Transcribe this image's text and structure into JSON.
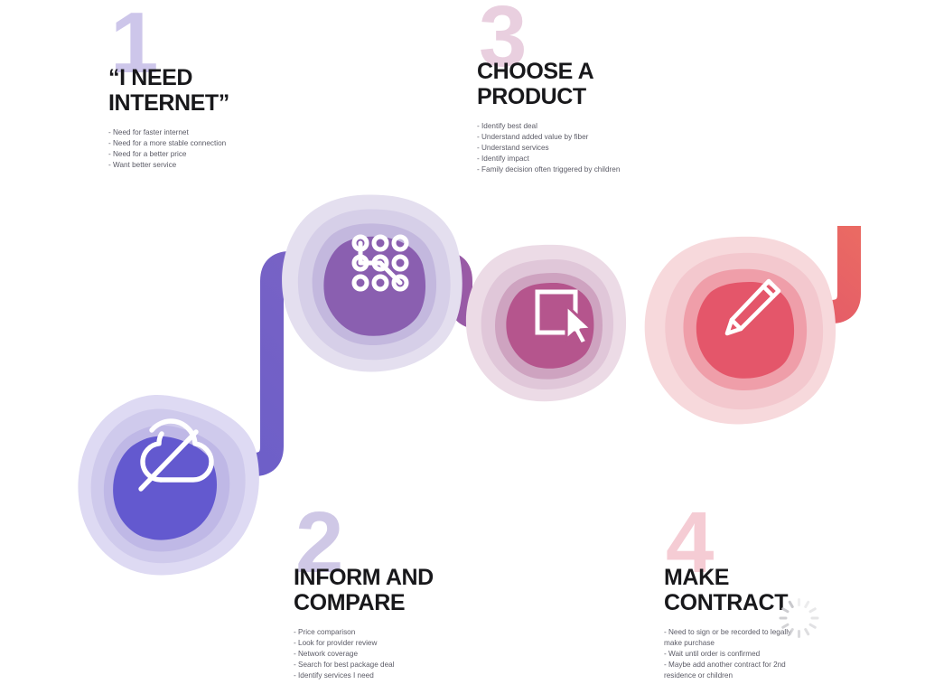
{
  "page": {
    "title": "Customer Journey - Internet Purchase",
    "background_color": "#ffffff"
  },
  "steps": [
    {
      "number": "1",
      "number_color": "#cdc6ea",
      "title": "“I NEED\nINTERNET”",
      "bullets": [
        "Need for faster internet",
        "Need for a more stable connection",
        "Need for a better price",
        "Want better service"
      ],
      "icon": "cloud-off-icon",
      "node_color": "#6359cf",
      "halo_colors": [
        "#ddd9f2",
        "#cfc9ea",
        "#bdb6e2"
      ]
    },
    {
      "number": "2",
      "number_color": "#cfc8e6",
      "title": "INFORM AND\nCOMPARE",
      "bullets": [
        "Price comparison",
        "Look for provider review",
        "Network coverage",
        "Search for best package deal",
        "Identify services I need"
      ],
      "icon": "dot-grid-icon",
      "node_color": "#8a5fb0",
      "halo_colors": [
        "#e2dced",
        "#d3cae5",
        "#bcaed6"
      ]
    },
    {
      "number": "3",
      "number_color": "#e9cfdf",
      "title": "CHOOSE A\nPRODUCT",
      "bullets": [
        "Identify best deal",
        "Understand added value by fiber",
        "Understand services",
        "Identify impact",
        "Family decision often triggered by children"
      ],
      "icon": "select-click-icon",
      "node_color": "#b5558d",
      "halo_colors": [
        "#e9d7e3",
        "#dfc4d6",
        "#cfa7c2"
      ]
    },
    {
      "number": "4",
      "number_color": "#f5ccd4",
      "title": "MAKE\nCONTRACT",
      "bullets": [
        "Need to sign or be recorded to legally\n  make purchase",
        "Wait until order is confirmed",
        "Maybe add another contract for 2nd\n  residence or children"
      ],
      "icon": "pencil-icon",
      "node_color": "#e4566a",
      "halo_colors": [
        "#f7d7da",
        "#f4c6cc",
        "#ef9fa9"
      ]
    }
  ],
  "connectors": [
    {
      "name": "connector-1-to-2",
      "color_start": "#6a5ec9",
      "color_end": "#7b63c4"
    },
    {
      "name": "connector-2-to-3",
      "color_start": "#8259b4",
      "color_end": "#a7589a"
    },
    {
      "name": "connector-3-to-4",
      "color_start": "#b9568e",
      "color_end": "#d4556f"
    },
    {
      "name": "connector-4-to-next",
      "color_start": "#e2566a",
      "color_end": "#ea6a63"
    }
  ],
  "status": {
    "spinner_label": "loading-spinner",
    "spinner_color": "#c9c9cd"
  }
}
